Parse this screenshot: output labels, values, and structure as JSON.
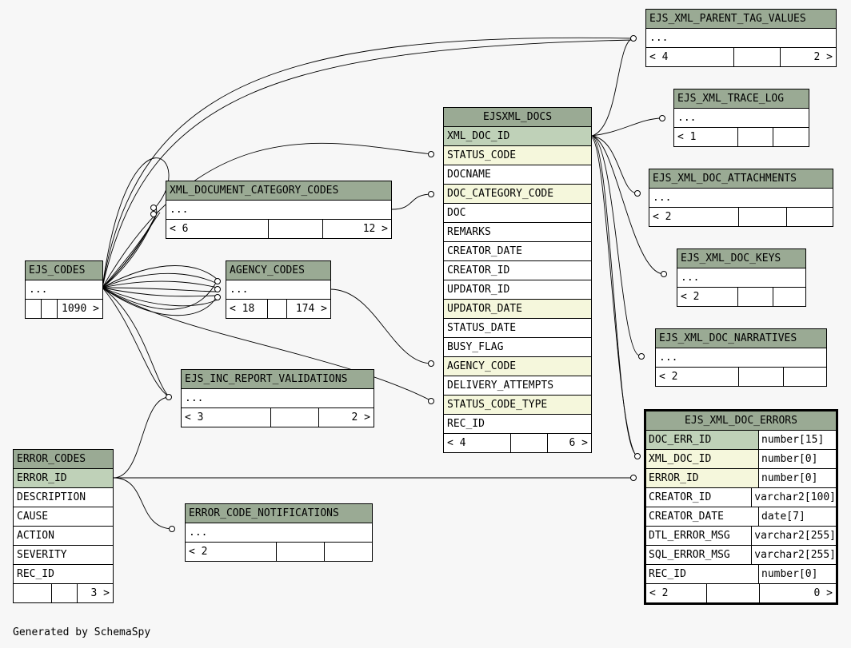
{
  "footer": {
    "generated_by": "Generated by SchemaSpy"
  },
  "tables": {
    "ejs_xml_parent_tag_values": {
      "name": "EJS_XML_PARENT_TAG_VALUES",
      "dots": "...",
      "foot": [
        "< 4",
        "",
        "2 >"
      ]
    },
    "ejs_xml_trace_log": {
      "name": "EJS_XML_TRACE_LOG",
      "dots": "...",
      "foot": [
        "< 1",
        "",
        ""
      ]
    },
    "ejs_xml_doc_attachments": {
      "name": "EJS_XML_DOC_ATTACHMENTS",
      "dots": "...",
      "foot": [
        "< 2",
        "",
        ""
      ]
    },
    "ejs_xml_doc_keys": {
      "name": "EJS_XML_DOC_KEYS",
      "dots": "...",
      "foot": [
        "< 2",
        "",
        ""
      ]
    },
    "ejs_xml_doc_narratives": {
      "name": "EJS_XML_DOC_NARRATIVES",
      "dots": "...",
      "foot": [
        "< 2",
        "",
        ""
      ]
    },
    "xml_document_category_codes": {
      "name": "XML_DOCUMENT_CATEGORY_CODES",
      "dots": "...",
      "foot": [
        "< 6",
        "",
        "12 >"
      ]
    },
    "ejs_codes": {
      "name": "EJS_CODES",
      "dots": "...",
      "foot": [
        "",
        "",
        "1090 >"
      ]
    },
    "agency_codes": {
      "name": "AGENCY_CODES",
      "dots": "...",
      "foot": [
        "< 18",
        "",
        "174 >"
      ]
    },
    "ejs_inc_report_validations": {
      "name": "EJS_INC_REPORT_VALIDATIONS",
      "dots": "...",
      "foot": [
        "< 3",
        "",
        "2 >"
      ]
    },
    "error_code_notifications": {
      "name": "ERROR_CODE_NOTIFICATIONS",
      "dots": "...",
      "foot": [
        "< 2",
        "",
        ""
      ]
    },
    "ejsxml_docs": {
      "name": "EJSXML_DOCS",
      "columns": [
        {
          "name": "XML_DOC_ID",
          "kind": "pk"
        },
        {
          "name": "STATUS_CODE",
          "kind": "fk"
        },
        {
          "name": "DOCNAME",
          "kind": ""
        },
        {
          "name": "DOC_CATEGORY_CODE",
          "kind": "fk"
        },
        {
          "name": "DOC",
          "kind": ""
        },
        {
          "name": "REMARKS",
          "kind": ""
        },
        {
          "name": "CREATOR_DATE",
          "kind": ""
        },
        {
          "name": "CREATOR_ID",
          "kind": ""
        },
        {
          "name": "UPDATOR_ID",
          "kind": ""
        },
        {
          "name": "UPDATOR_DATE",
          "kind": "fk"
        },
        {
          "name": "STATUS_DATE",
          "kind": ""
        },
        {
          "name": "BUSY_FLAG",
          "kind": ""
        },
        {
          "name": "AGENCY_CODE",
          "kind": "fk"
        },
        {
          "name": "DELIVERY_ATTEMPTS",
          "kind": ""
        },
        {
          "name": "STATUS_CODE_TYPE",
          "kind": "fk"
        },
        {
          "name": "REC_ID",
          "kind": ""
        }
      ],
      "foot": [
        "< 4",
        "",
        "6 >"
      ]
    },
    "error_codes": {
      "name": "ERROR_CODES",
      "columns": [
        {
          "name": "ERROR_ID",
          "kind": "pk"
        },
        {
          "name": "DESCRIPTION",
          "kind": ""
        },
        {
          "name": "CAUSE",
          "kind": ""
        },
        {
          "name": "ACTION",
          "kind": ""
        },
        {
          "name": "SEVERITY",
          "kind": ""
        },
        {
          "name": "REC_ID",
          "kind": ""
        }
      ],
      "foot": [
        "",
        "",
        "3 >"
      ]
    },
    "ejs_xml_doc_errors": {
      "name": "EJS_XML_DOC_ERRORS",
      "columns": [
        {
          "name": "DOC_ERR_ID",
          "type": "number[15]",
          "kind": "pk"
        },
        {
          "name": "XML_DOC_ID",
          "type": "number[0]",
          "kind": "fk"
        },
        {
          "name": "ERROR_ID",
          "type": "number[0]",
          "kind": "fk"
        },
        {
          "name": "CREATOR_ID",
          "type": "varchar2[100]",
          "kind": ""
        },
        {
          "name": "CREATOR_DATE",
          "type": "date[7]",
          "kind": ""
        },
        {
          "name": "DTL_ERROR_MSG",
          "type": "varchar2[255]",
          "kind": ""
        },
        {
          "name": "SQL_ERROR_MSG",
          "type": "varchar2[255]",
          "kind": ""
        },
        {
          "name": "REC_ID",
          "type": "number[0]",
          "kind": ""
        }
      ],
      "foot": [
        "< 2",
        "",
        "0 >"
      ]
    }
  }
}
